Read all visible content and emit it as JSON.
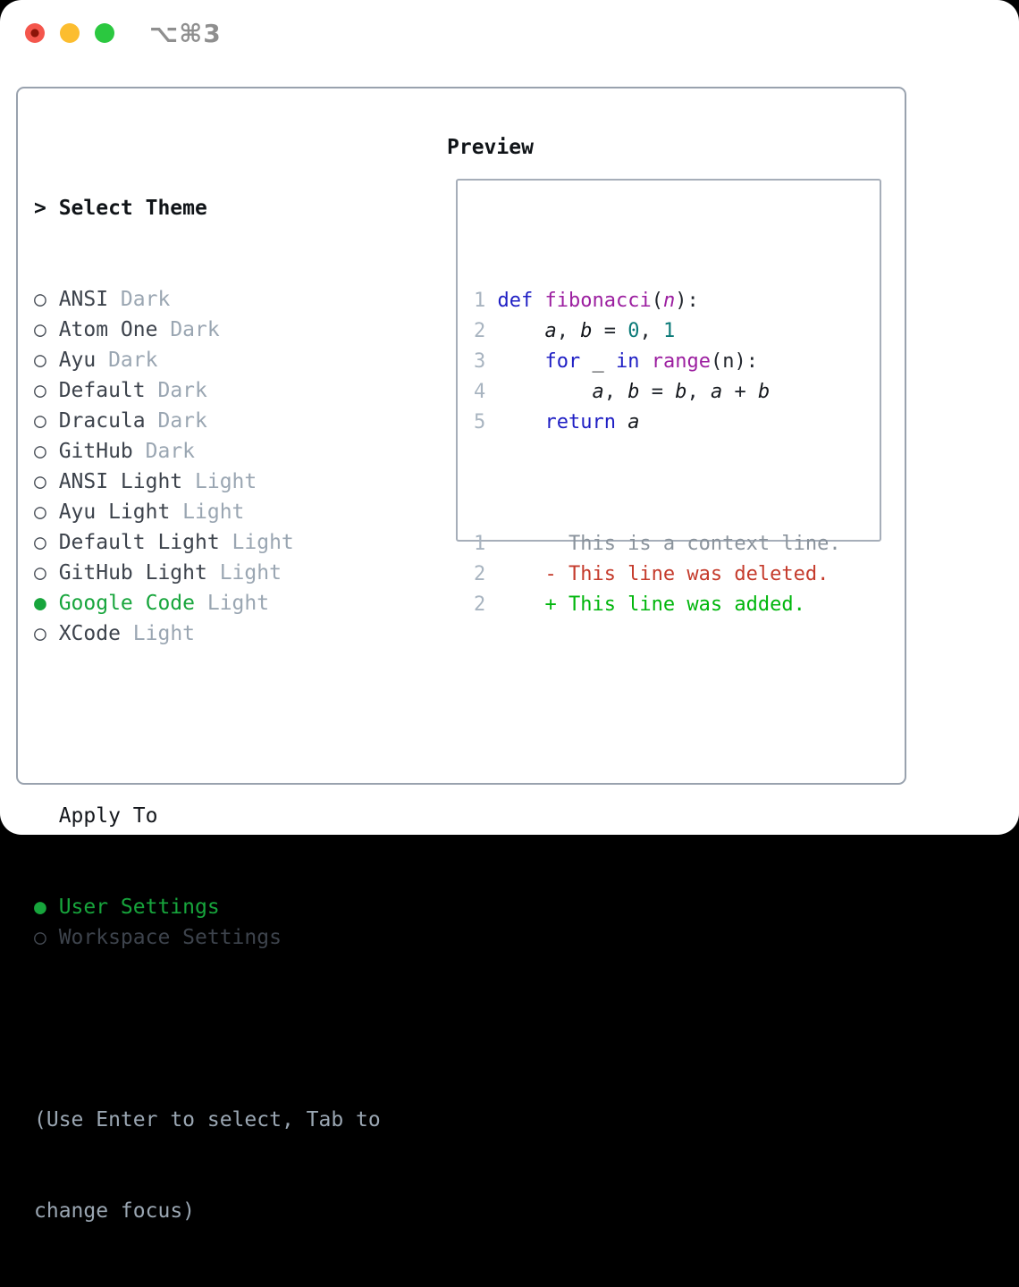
{
  "window": {
    "title": "⌥⌘3"
  },
  "colors": {
    "selected_green": "#17a53c",
    "diff_added": "#00b60c",
    "diff_deleted": "#c53b2c",
    "keyword_blue": "#1f1fc4",
    "function_purple": "#9c1fa0",
    "literal_teal": "#0b7a78",
    "muted_gray": "#9aa6b2",
    "line_number_gray": "#a8b4c0",
    "context_gray": "#8a939c",
    "text_dark": "#3d434c"
  },
  "markers": {
    "header": ">",
    "selected": "●",
    "unselected": "○"
  },
  "theme_panel": {
    "header": {
      "marker": ">",
      "label": "Select Theme"
    },
    "themes": [
      {
        "name": "ANSI",
        "tag": "Dark",
        "selected": false
      },
      {
        "name": "Atom One",
        "tag": "Dark",
        "selected": false
      },
      {
        "name": "Ayu",
        "tag": "Dark",
        "selected": false
      },
      {
        "name": "Default",
        "tag": "Dark",
        "selected": false
      },
      {
        "name": "Dracula",
        "tag": "Dark",
        "selected": false
      },
      {
        "name": "GitHub",
        "tag": "Dark",
        "selected": false
      },
      {
        "name": "ANSI Light",
        "tag": "Light",
        "selected": false
      },
      {
        "name": "Ayu Light",
        "tag": "Light",
        "selected": false
      },
      {
        "name": "Default Light",
        "tag": "Light",
        "selected": false
      },
      {
        "name": "GitHub Light",
        "tag": "Light",
        "selected": false
      },
      {
        "name": "Google Code",
        "tag": "Light",
        "selected": true
      },
      {
        "name": "XCode",
        "tag": "Light",
        "selected": false
      }
    ],
    "apply_to": {
      "label": "Apply To",
      "options": [
        {
          "name": "User Settings",
          "selected": true
        },
        {
          "name": "Workspace Settings",
          "selected": false
        }
      ]
    },
    "hint_lines": [
      "(Use Enter to select, Tab to",
      "change focus)"
    ]
  },
  "preview": {
    "header": "Preview",
    "code_lines": [
      {
        "num": "1",
        "tokens": [
          {
            "t": "def",
            "c": "kw"
          },
          {
            "t": " ",
            "c": "pl"
          },
          {
            "t": "fibonacci",
            "c": "fn"
          },
          {
            "t": "(",
            "c": "pl"
          },
          {
            "t": "n",
            "c": "param"
          },
          {
            "t": "):",
            "c": "pl"
          }
        ]
      },
      {
        "num": "2",
        "tokens": [
          {
            "t": "    ",
            "c": "pl"
          },
          {
            "t": "a",
            "c": "var"
          },
          {
            "t": ", ",
            "c": "pl"
          },
          {
            "t": "b",
            "c": "var"
          },
          {
            "t": " = ",
            "c": "pl"
          },
          {
            "t": "0",
            "c": "lit"
          },
          {
            "t": ", ",
            "c": "pl"
          },
          {
            "t": "1",
            "c": "lit"
          }
        ]
      },
      {
        "num": "3",
        "tokens": [
          {
            "t": "    ",
            "c": "pl"
          },
          {
            "t": "for",
            "c": "kw"
          },
          {
            "t": " ",
            "c": "pl"
          },
          {
            "t": "_",
            "c": "var"
          },
          {
            "t": " ",
            "c": "pl"
          },
          {
            "t": "in",
            "c": "kw"
          },
          {
            "t": " ",
            "c": "pl"
          },
          {
            "t": "range",
            "c": "fn"
          },
          {
            "t": "(n):",
            "c": "pl"
          }
        ]
      },
      {
        "num": "4",
        "tokens": [
          {
            "t": "        ",
            "c": "pl"
          },
          {
            "t": "a",
            "c": "var"
          },
          {
            "t": ", ",
            "c": "pl"
          },
          {
            "t": "b",
            "c": "var"
          },
          {
            "t": " = ",
            "c": "pl"
          },
          {
            "t": "b",
            "c": "var"
          },
          {
            "t": ", ",
            "c": "pl"
          },
          {
            "t": "a",
            "c": "var"
          },
          {
            "t": " + ",
            "c": "pl"
          },
          {
            "t": "b",
            "c": "var"
          }
        ]
      },
      {
        "num": "5",
        "tokens": [
          {
            "t": "    ",
            "c": "pl"
          },
          {
            "t": "return",
            "c": "kw"
          },
          {
            "t": " ",
            "c": "pl"
          },
          {
            "t": "a",
            "c": "var"
          }
        ]
      }
    ],
    "diff_lines": [
      {
        "num": "1",
        "marker": " ",
        "text": "This is a context line.",
        "type": "context"
      },
      {
        "num": "2",
        "marker": "-",
        "text": "This line was deleted.",
        "type": "deleted"
      },
      {
        "num": "2",
        "marker": "+",
        "text": "This line was added.",
        "type": "added"
      }
    ]
  }
}
